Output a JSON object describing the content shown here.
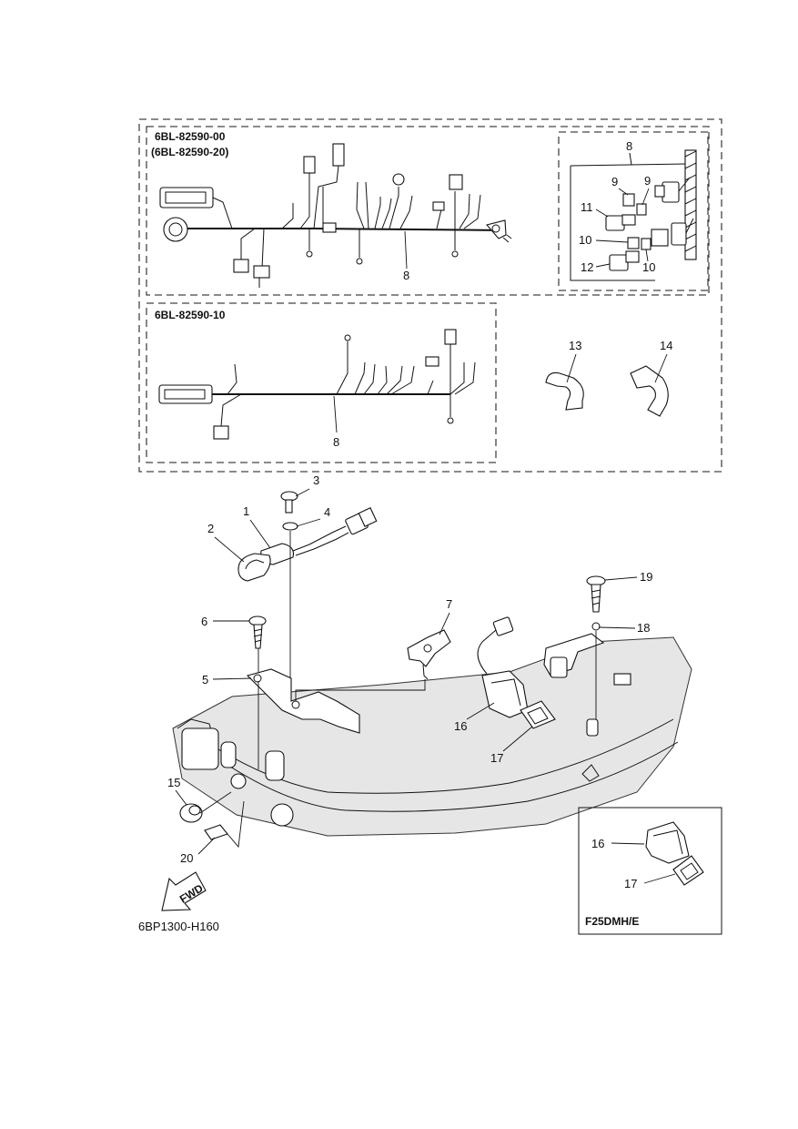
{
  "diagram": {
    "code": "6BP1300-H160",
    "harness_top": {
      "part_number": "6BL-82590-00",
      "part_number_alt": "(6BL-82590-20)"
    },
    "harness_bottom": {
      "part_number": "6BL-82590-10"
    },
    "inset_model": "F25DMH/E",
    "fwd_label": "FWD",
    "callouts": {
      "c1": "1",
      "c2": "2",
      "c3": "3",
      "c4": "4",
      "c5": "5",
      "c6": "6",
      "c7": "7",
      "c8a": "8",
      "c8b": "8",
      "c8c": "8",
      "c9a": "9",
      "c9b": "9",
      "c10a": "10",
      "c10b": "10",
      "c11": "11",
      "c12": "12",
      "c13": "13",
      "c14": "14",
      "c15": "15",
      "c16": "16",
      "c16b": "16",
      "c17": "17",
      "c17b": "17",
      "c18": "18",
      "c19": "19",
      "c20": "20"
    }
  }
}
